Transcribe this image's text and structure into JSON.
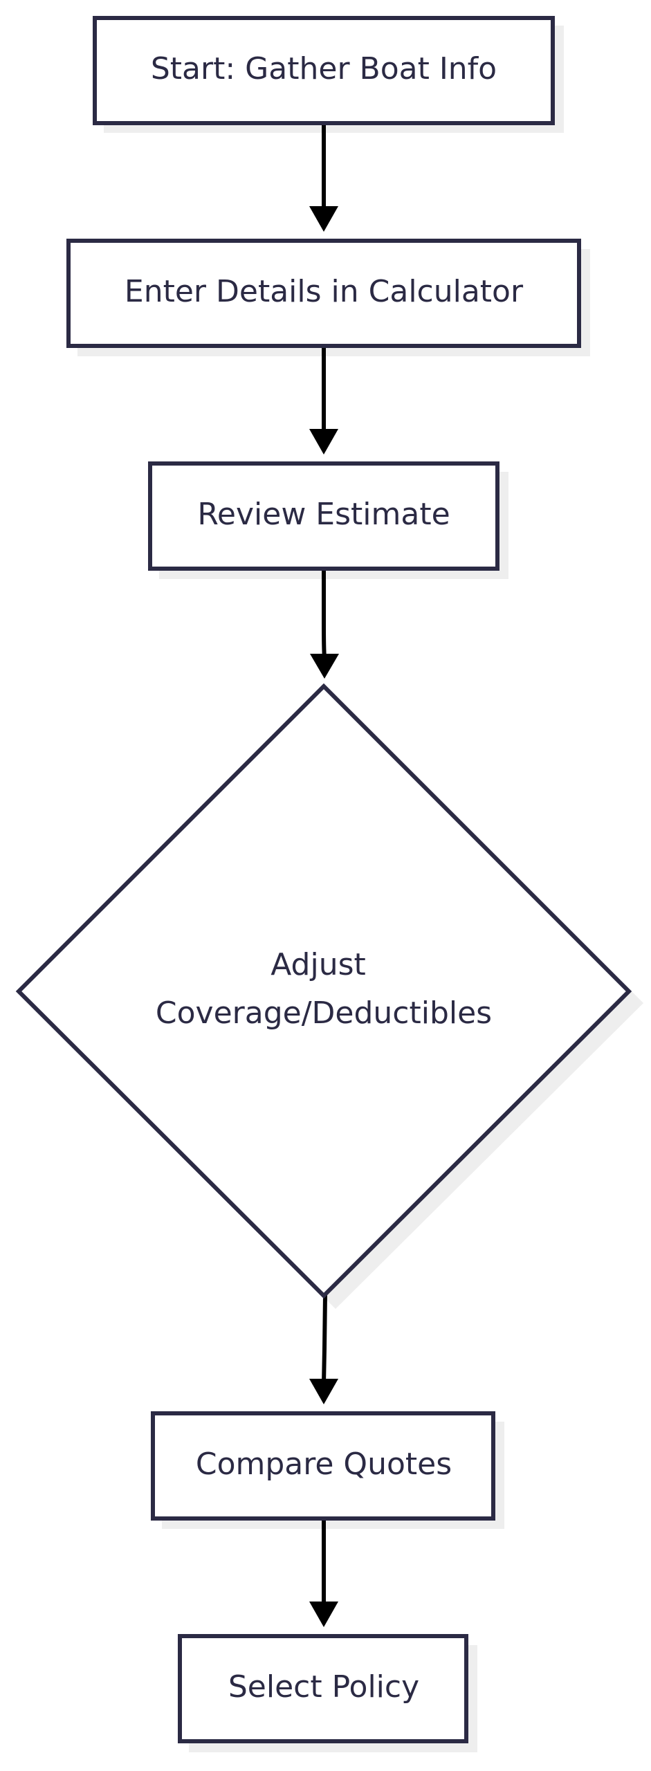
{
  "diagram": {
    "type": "flowchart",
    "direction": "top-to-bottom",
    "colors": {
      "node_stroke": "#2b2a44",
      "node_fill": "#ffffff",
      "node_shadow": "#eeeeee",
      "text": "#2b2a44",
      "edge": "#000000"
    },
    "nodes": {
      "start": {
        "label": "Start: Gather Boat Info",
        "shape": "rectangle"
      },
      "enter_details": {
        "label": "Enter Details in Calculator",
        "shape": "rectangle"
      },
      "review_estimate": {
        "label": "Review Estimate",
        "shape": "rectangle"
      },
      "adjust": {
        "label_line1": "Adjust",
        "label_line2": "Coverage/Deductibles",
        "shape": "diamond"
      },
      "compare_quotes": {
        "label": "Compare Quotes",
        "shape": "rectangle"
      },
      "select_policy": {
        "label": "Select Policy",
        "shape": "rectangle"
      }
    },
    "edges": [
      {
        "from": "start",
        "to": "enter_details"
      },
      {
        "from": "enter_details",
        "to": "review_estimate"
      },
      {
        "from": "review_estimate",
        "to": "adjust"
      },
      {
        "from": "adjust",
        "to": "compare_quotes"
      },
      {
        "from": "compare_quotes",
        "to": "select_policy"
      }
    ]
  }
}
